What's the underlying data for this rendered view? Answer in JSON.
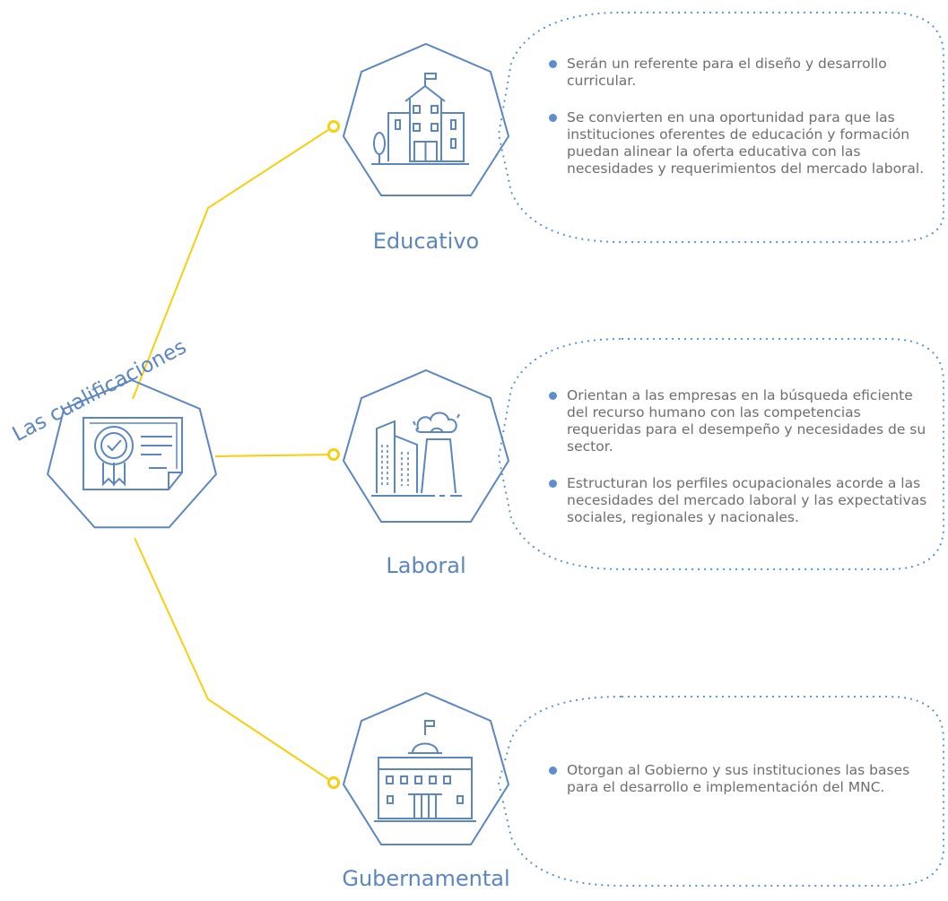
{
  "diagram_title": "Las cualificaciones",
  "branches": [
    {
      "label": "Educativo",
      "icon": "school-building-icon",
      "bullets": [
        "Serán un referente para el diseño y desarrollo curricular.",
        "Se convierten en una oportunidad para que las instituciones oferentes de educación y formación puedan alinear la oferta educativa con las necesidades y requerimientos del mercado laboral."
      ]
    },
    {
      "label": "Laboral",
      "icon": "factory-buildings-icon",
      "bullets": [
        "Orientan a las empresas en la búsqueda eficiente del recurso humano con las competencias requeridas para el desempeño y necesidades de su sector.",
        "Estructuran los perfiles ocupacionales acorde a las necesidades del mercado laboral y las expectativas sociales, regionales y nacionales."
      ]
    },
    {
      "label": "Gubernamental",
      "icon": "government-building-icon",
      "bullets": [
        "Otorgan al Gobierno y sus instituciones las bases para el desarrollo e implementación del MNC."
      ]
    }
  ],
  "center_icon": "certificate-icon",
  "colors": {
    "accent_blue": "#5b86bf",
    "connector_yellow": "#f5cf10",
    "dots_blue": "#4f8fd1",
    "text_gray": "#6e6e6e"
  }
}
